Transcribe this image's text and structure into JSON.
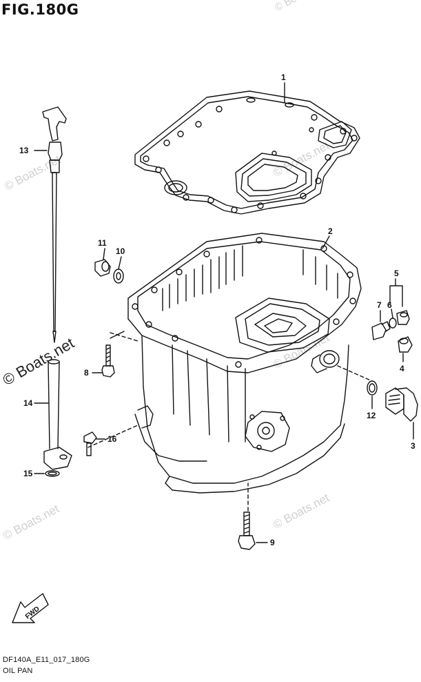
{
  "figure": {
    "title": "FIG.180G",
    "code": "DF140A_E11_017_180G",
    "subtitle": "OIL PAN",
    "watermark": "© Boats.net",
    "fwd_label": "FWD"
  },
  "parts": [
    {
      "id": "part-1",
      "label": "1"
    },
    {
      "id": "part-2",
      "label": "2"
    },
    {
      "id": "part-3",
      "label": "3"
    },
    {
      "id": "part-4",
      "label": "4"
    },
    {
      "id": "part-5",
      "label": "5"
    },
    {
      "id": "part-6",
      "label": "6"
    },
    {
      "id": "part-7",
      "label": "7"
    },
    {
      "id": "part-8",
      "label": "8"
    },
    {
      "id": "part-9",
      "label": "9"
    },
    {
      "id": "part-10",
      "label": "10"
    },
    {
      "id": "part-11",
      "label": "11"
    },
    {
      "id": "part-12",
      "label": "12"
    },
    {
      "id": "part-13",
      "label": "13"
    },
    {
      "id": "part-14",
      "label": "14"
    },
    {
      "id": "part-15",
      "label": "15"
    },
    {
      "id": "part-16",
      "label": "16"
    }
  ]
}
